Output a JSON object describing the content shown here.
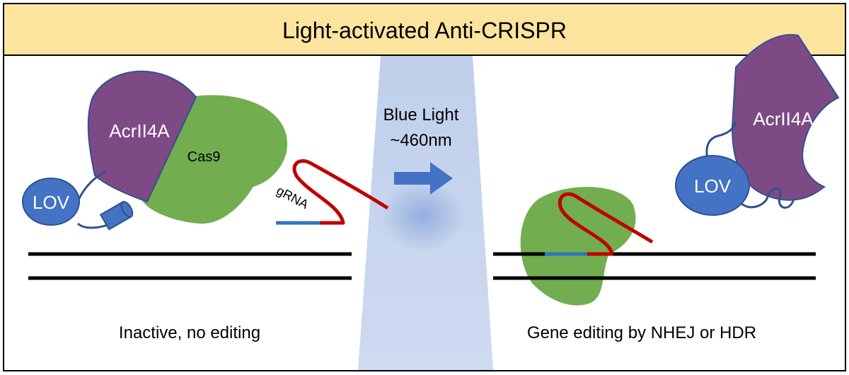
{
  "title": "Light-activated Anti-CRISPR",
  "labels": {
    "acr_left": "AcrII4A",
    "cas9": "Cas9",
    "lov_left": "LOV",
    "grna": "gRNA",
    "light_line1": "Blue Light",
    "light_line2": "~460nm",
    "acr_right": "AcrII4A",
    "lov_right": "LOV"
  },
  "captions": {
    "left": "Inactive, no editing",
    "right": "Gene editing by NHEJ or HDR"
  },
  "colors": {
    "title_bg": "#fde49e",
    "acr": "#7e4a86",
    "cas9": "#72ad4f",
    "lov": "#4472c4",
    "linker": "#2f528f",
    "grna_red": "#c00000",
    "grna_blue": "#2e75b6",
    "light": "#b4c7e7",
    "arrow": "#4472c4"
  }
}
